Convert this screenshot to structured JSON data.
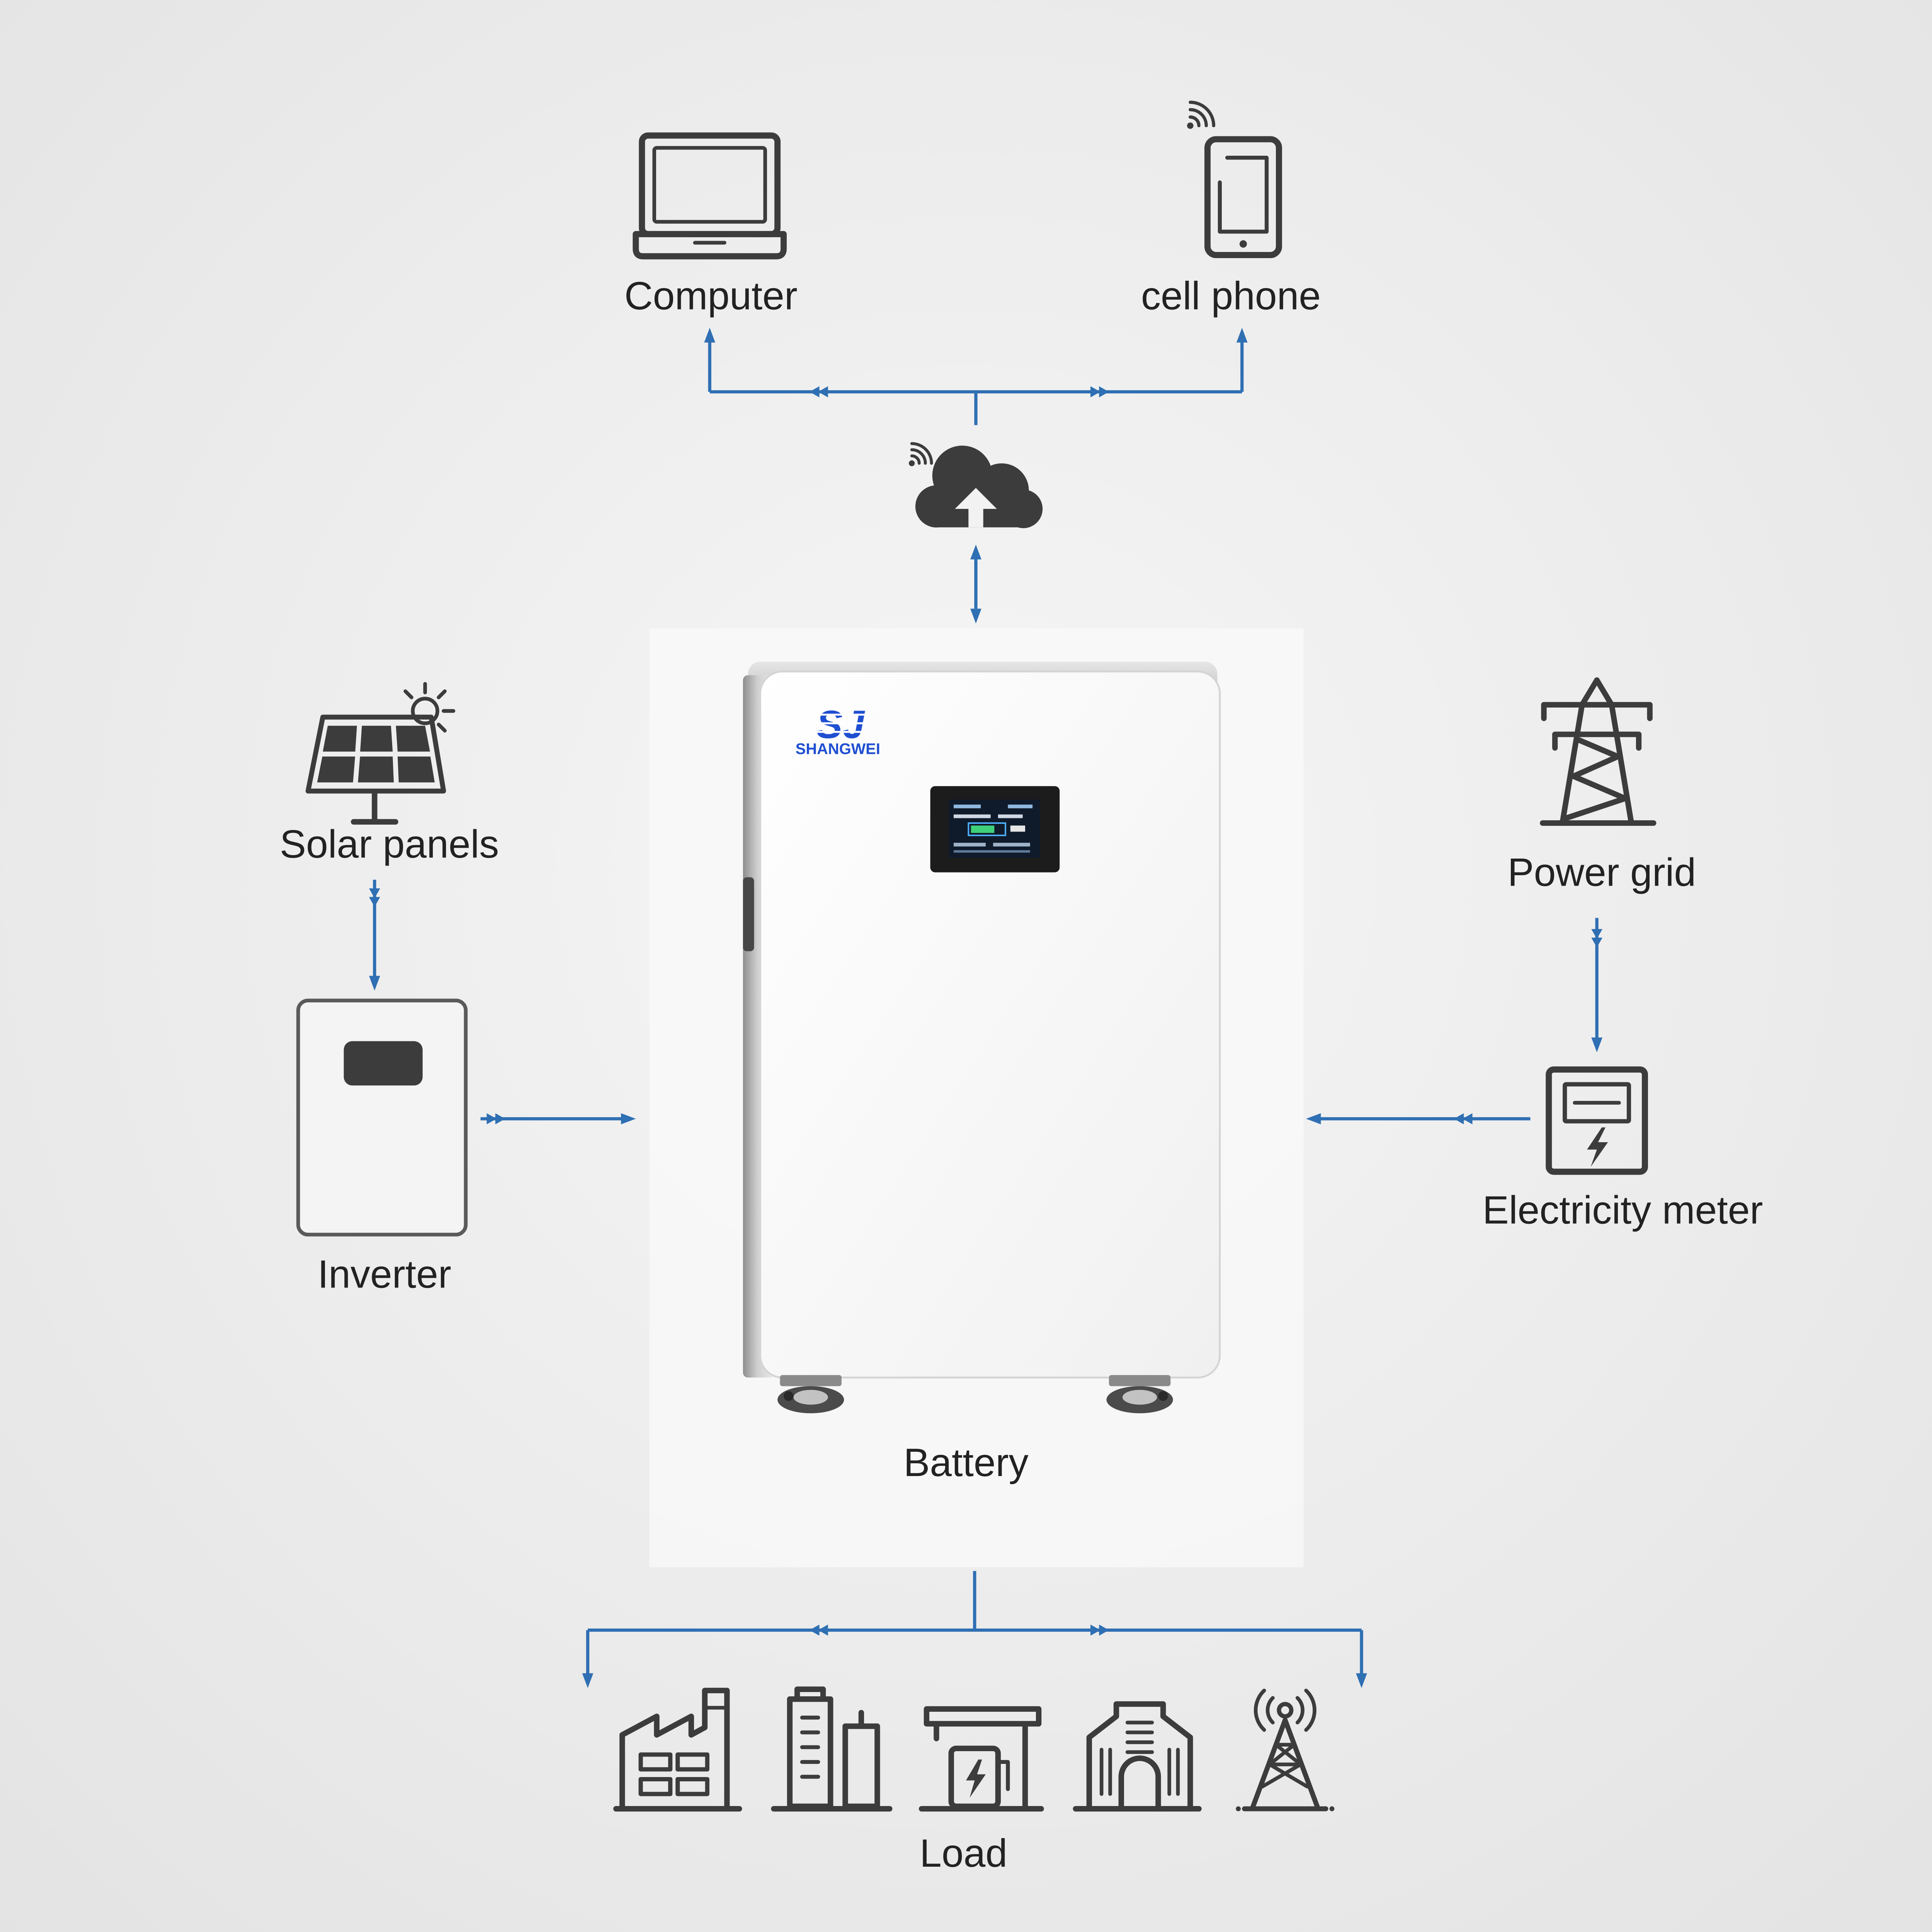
{
  "diagram": {
    "nodes": {
      "computer": {
        "label": "Computer",
        "icon": "laptop-icon"
      },
      "cell_phone": {
        "label": "cell phone",
        "icon": "cell-phone-icon"
      },
      "cloud": {
        "icon": "cloud-upload-icon"
      },
      "solar_panels": {
        "label": "Solar panels",
        "icon": "solar-panel-icon"
      },
      "inverter": {
        "label": "Inverter",
        "icon": "inverter-icon"
      },
      "power_grid": {
        "label": "Power grid",
        "icon": "power-tower-icon"
      },
      "electricity_meter": {
        "label": "Electricity meter",
        "icon": "electricity-meter-icon"
      },
      "battery": {
        "label": "Battery",
        "brand": "SHANGWEI",
        "logo_mark": "SJ"
      },
      "load": {
        "label": "Load",
        "icons": [
          "factory-icon",
          "office-building-icon",
          "charging-station-icon",
          "public-building-icon",
          "signal-tower-icon"
        ]
      }
    }
  },
  "colors": {
    "connector": "#2f6fb3",
    "icon": "#3c3c3c",
    "text": "#222222",
    "brand": "#1f4fd1",
    "background": "#eeeeee"
  }
}
